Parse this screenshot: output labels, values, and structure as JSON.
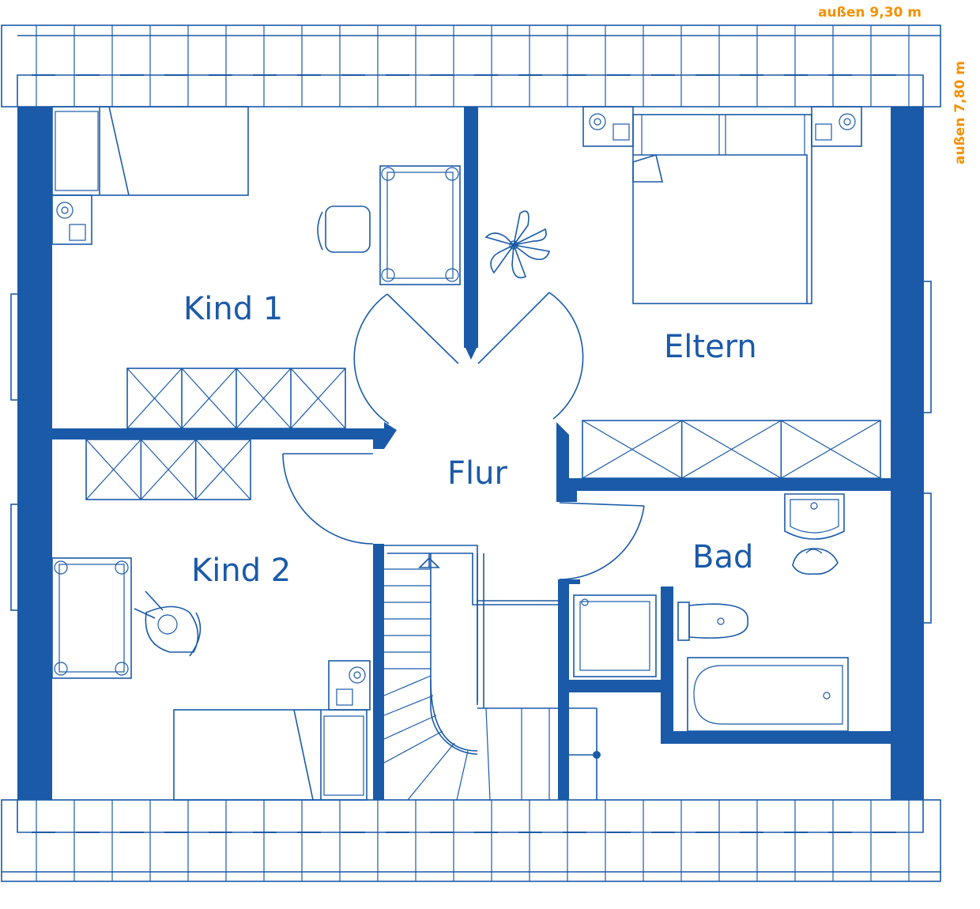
{
  "rooms": {
    "kind1": "Kind 1",
    "eltern": "Eltern",
    "flur": "Flur",
    "kind2": "Kind 2",
    "bad": "Bad"
  },
  "dimensions": {
    "width": "außen 9,30 m",
    "depth": "außen 7,80 m"
  },
  "colors": {
    "plan_blue": "#1a5aa8",
    "dimension_orange": "#f29100"
  }
}
